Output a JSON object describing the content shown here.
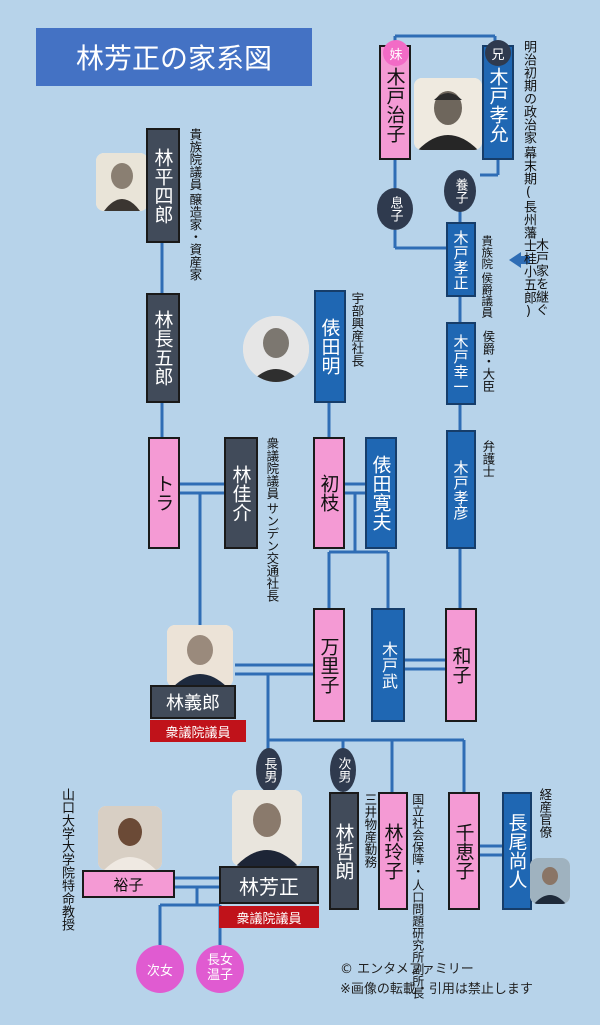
{
  "title": "林芳正の家系図",
  "people": {
    "heishiro": "林平四郎",
    "chogoro": "林長五郎",
    "tora": "トラ",
    "yoshisuke": "林佳介",
    "yoshiro": "林義郎",
    "yoshimasa": "林芳正",
    "yuko": "裕子",
    "tetsuro": "林哲朗",
    "reiko": "林玲子",
    "chieko": "千恵子",
    "naoto": "長尾尚人",
    "okada_akira": "俵田明",
    "hatsue": "初枝",
    "hiroo": "俵田寛夫",
    "mariko": "万里子",
    "takeshi": "木戸武",
    "kazuko": "和子",
    "takahiko": "木戸孝彦",
    "koichi": "木戸幸一",
    "takamasa": "木戸孝正",
    "haruko": "木戸治子",
    "takayoshi": "木戸孝允"
  },
  "annotations": {
    "heishiro": [
      "貴族院議員",
      "醸造家・資産家"
    ],
    "yoshisuke": [
      "衆議院議員",
      "サンデン交通社長"
    ],
    "okada_akira": [
      "宇部興産社長"
    ],
    "takayoshi": [
      "明治初期の政治家",
      "幕末期(長州藩士桂小五郎)"
    ],
    "takamasa": [
      "貴族院",
      "侯爵議員"
    ],
    "kido_note": [
      "木戸家を継ぐ"
    ],
    "koichi": [
      "侯爵・大臣"
    ],
    "takahiko": [
      "弁護士"
    ],
    "yuko": [
      "山口大学大学院特命教授"
    ],
    "tetsuro": [
      "三井物産勤務"
    ],
    "reiko": [
      "国立社会保障・",
      "人口問題研究所副所長"
    ],
    "naoto": [
      "経産官僚"
    ]
  },
  "relations": {
    "younger_sister": "妹",
    "older_brother": "兄",
    "son": "息子",
    "adopted": "養子",
    "eldest_son": "長男",
    "second_son": "次男",
    "second_daughter": "次女",
    "eldest_daughter": "長女"
  },
  "daughter_name": "温子",
  "tags": {
    "yoshiro": "衆議院議員",
    "yoshimasa": "衆議院議員"
  },
  "credit": [
    "© エンタメファミリー",
    "※画像の転載・引用は禁止します"
  ],
  "colors": {
    "background": "#b7d3ea",
    "title": "#4472c4",
    "dark_box": "#414b5a",
    "pink_box": "#f49ad4",
    "blue_box": "#2e6fb7",
    "tag": "#c0121a",
    "line": "#2f6db5",
    "daughter_circle": "#e05bd1",
    "relation_circle": "#2f3a4e"
  }
}
